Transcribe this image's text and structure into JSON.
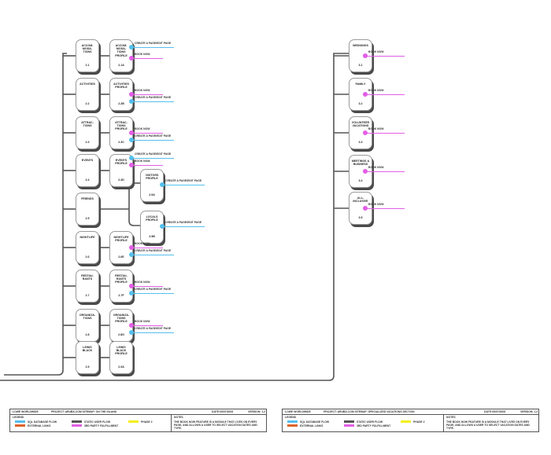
{
  "title": "Sitemap diagram",
  "colors": {
    "sql_database_flow": "#55bfee",
    "external_links": "#e0622a",
    "static_user_flow": "#555555",
    "third_party_fulfillment": "#e25ee6",
    "phase2": "#f3ee1a"
  },
  "left_tree": {
    "rows": [
      {
        "section": {
          "label": "ACCOM-\nMODA-\nTIONS",
          "num": "2.1"
        },
        "profile": {
          "label": "ACCOM-\nMODA-\nTIONS\nPROFILE",
          "num": "2.1A"
        },
        "links": [
          {
            "text": "CREATE A PAGE/EDIT PAGE",
            "type": "blue"
          },
          {
            "text": "BOOK NOW",
            "type": "pink"
          }
        ]
      },
      {
        "section": {
          "label": "ACTIVITIES",
          "num": "2.2"
        },
        "profile": {
          "label": "ACTIVITIES\nPROFILE",
          "num": "2.2B"
        },
        "links": [
          {
            "text": "BOOK NOW",
            "type": "pink"
          },
          {
            "text": "CREATE A PAGE/EDIT PAGE",
            "type": "blue"
          }
        ]
      },
      {
        "section": {
          "label": "ATTRAC-\nTIONS",
          "num": "2.3"
        },
        "profile": {
          "label": "ATTRAC-\nTIONS\nPROFILE",
          "num": "2.3C"
        },
        "links": [
          {
            "text": "BOOK NOW",
            "type": "pink"
          },
          {
            "text": "CREATE A PAGE/EDIT PAGE",
            "type": "blue"
          }
        ]
      },
      {
        "section": {
          "label": "EVENTS",
          "num": "2.4"
        },
        "profile": {
          "label": "EVENTS\nPROFILE",
          "num": "2.4D"
        },
        "links": [
          {
            "text": "CREATE A PAGE/EDIT PAGE",
            "type": "blue"
          },
          {
            "text": "BOOK NOW",
            "type": "pink"
          }
        ]
      },
      {
        "section": {
          "label": "FRIENDS",
          "num": "2.5"
        },
        "subprofiles": [
          {
            "label": "VISITORS\nPROFILE",
            "num": "2.5A",
            "link": "CREATE A PAGE/EDIT PAGE"
          },
          {
            "label": "LOCALS\nPROFILE",
            "num": "2.5B",
            "link": "CREATE A PAGE/EDIT PAGE"
          }
        ]
      },
      {
        "section": {
          "label": "NIGHTLIFE",
          "num": "2.6"
        },
        "profile": {
          "label": "NIGHTLIFE\nPROFILE",
          "num": "2.6E"
        },
        "links": [
          {
            "text": "BOOK NOW",
            "type": "pink"
          },
          {
            "text": "CREATE A PAGE/EDIT PAGE",
            "type": "blue"
          }
        ]
      },
      {
        "section": {
          "label": "RESTAU-\nRANTS",
          "num": "2.7"
        },
        "profile": {
          "label": "RESTAU-\nRANTS\nPROFILE",
          "num": "2.7F"
        },
        "links": [
          {
            "text": "BOOK NOW",
            "type": "pink"
          },
          {
            "text": "CREATE A PAGE/EDIT PAGE",
            "type": "blue"
          }
        ]
      },
      {
        "section": {
          "label": "ORGANIZA-\nTIONS",
          "num": "2.8"
        },
        "profile": {
          "label": "ORGANIZA-\nTIONS\nPROFILE",
          "num": "2.8G"
        },
        "links": [
          {
            "text": "BOOK NOW",
            "type": "pink"
          },
          {
            "text": "CREATE A PAGE/EDIT PAGE",
            "type": "blue"
          }
        ]
      },
      {
        "section": {
          "label": "LEWIS\nBLACK",
          "num": "2.9"
        },
        "profile": {
          "label": "LEWIS\nBLACK\nPROFILE",
          "num": "2.9A"
        },
        "links": []
      }
    ]
  },
  "right_tree": {
    "rows": [
      {
        "label": "WEDDINGS",
        "num": "3.1",
        "link": "BOOK NOW"
      },
      {
        "label": "FAMILY",
        "num": "3.2",
        "link": "BOOK NOW"
      },
      {
        "label": "VOLUNTEER\nVACATIONS",
        "num": "3.3",
        "link": "BOOK NOW"
      },
      {
        "label": "MEETINGS &\nBUSINESS",
        "num": "3.4",
        "link": "BOOK NOW"
      },
      {
        "label": "ALL-\nINCLUSIVE",
        "num": "3.5",
        "link": "BOOK NOW"
      }
    ]
  },
  "footers": [
    {
      "company": "LOWE WORLDWIDE",
      "project": "PROJECT: ARUBA.COM  SITEMAP: ON THE ISLAND",
      "date": "DATE:05/07/2008",
      "version": "VERSION: 1.2",
      "legend_title": "LEGEND",
      "legend": [
        "SQL DATABASE FLOW",
        "EXTERNAL LINKS",
        "STATIC USER FLOW",
        "3RD PARTY FULFILLMENT",
        "PHASE 2"
      ],
      "notes_title": "NOTES",
      "notes": "THE BOOK NOW FEATURE IS A MODULE THAT LIVES ON EVERY PAGE, AND ALLOWS A USER TO SELECT VACATION DATES AND TYPE."
    },
    {
      "company": "LOWE WORLDWIDE",
      "project": "PROJECT: ARUBA.COM  SITEMAP: SPECIALIZED VACATIONS SECTION",
      "date": "DATE:05/07/2008",
      "version": "VERSION: 1.2",
      "legend_title": "LEGEND",
      "legend": [
        "SQL DATABASE FLOW",
        "EXTERNAL LINKS",
        "STATIC USER FLOW",
        "3RD PARTY FULFILLMENT",
        "PHASE 2"
      ],
      "notes_title": "NOTES",
      "notes": "THE BOOK NOW FEATURE IS A MODULE THAT LIVES ON EVERY PAGE, AND ALLOWS A USER TO SELECT VACATION DATES AND TYPE."
    }
  ]
}
